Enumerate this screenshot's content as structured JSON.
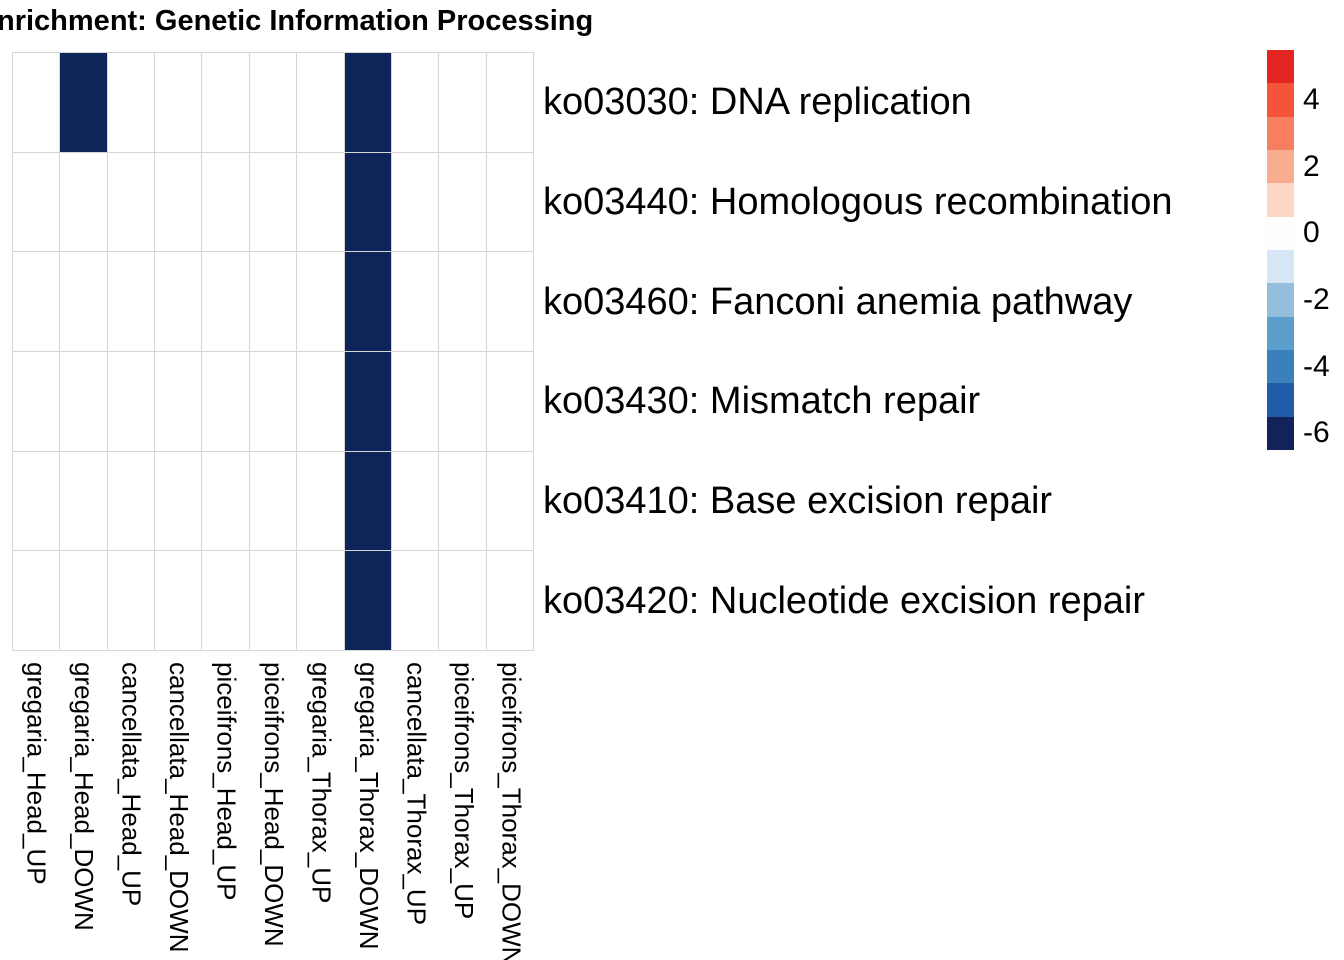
{
  "title": "nrichment: Genetic Information Processing",
  "chart_data": {
    "type": "heatmap",
    "title": "nrichment: Genetic Information Processing",
    "columns": [
      "gregaria_Head_UP",
      "gregaria_Head_DOWN",
      "cancellata_Head_UP",
      "cancellata_Head_DOWN",
      "piceifrons_Head_UP",
      "piceifrons_Head_DOWN",
      "gregaria_Thorax_UP",
      "gregaria_Thorax_DOWN",
      "cancellata_Thorax_UP",
      "piceifrons_Thorax_UP",
      "piceifrons_Thorax_DOWN"
    ],
    "rows": [
      "ko03030: DNA replication",
      "ko03440: Homologous recombination",
      "ko03460: Fanconi anemia pathway",
      "ko03430: Mismatch repair",
      "ko03410: Base excision repair",
      "ko03420: Nucleotide excision repair"
    ],
    "matrix": [
      [
        null,
        -6,
        null,
        null,
        null,
        null,
        null,
        -6,
        null,
        null,
        null
      ],
      [
        null,
        null,
        null,
        null,
        null,
        null,
        null,
        -6,
        null,
        null,
        null
      ],
      [
        null,
        null,
        null,
        null,
        null,
        null,
        null,
        -6,
        null,
        null,
        null
      ],
      [
        null,
        null,
        null,
        null,
        null,
        null,
        null,
        -6,
        null,
        null,
        null
      ],
      [
        null,
        null,
        null,
        null,
        null,
        null,
        null,
        -6,
        null,
        null,
        null
      ],
      [
        null,
        null,
        null,
        null,
        null,
        null,
        null,
        -6,
        null,
        null,
        null
      ]
    ],
    "cell_fill_color": "#0f2459",
    "empty_cell_color": "#ffffff",
    "grid_line_color": "#d6d6d6",
    "legend": {
      "position": "right",
      "orientation": "vertical",
      "tick_labels": [
        "4",
        "2",
        "0",
        "-2",
        "-4",
        "-6"
      ],
      "segment_values": [
        5,
        4,
        3,
        2,
        1,
        0,
        -1,
        -2,
        -3,
        -4,
        -5,
        -6
      ],
      "colors": [
        "#e32522",
        "#f5533a",
        "#f77f60",
        "#f9ad90",
        "#fcd7c5",
        "#fefefe",
        "#d7e6f4",
        "#93bfdd",
        "#5c9ecb",
        "#3a80bb",
        "#1f5da8",
        "#112358"
      ]
    }
  }
}
